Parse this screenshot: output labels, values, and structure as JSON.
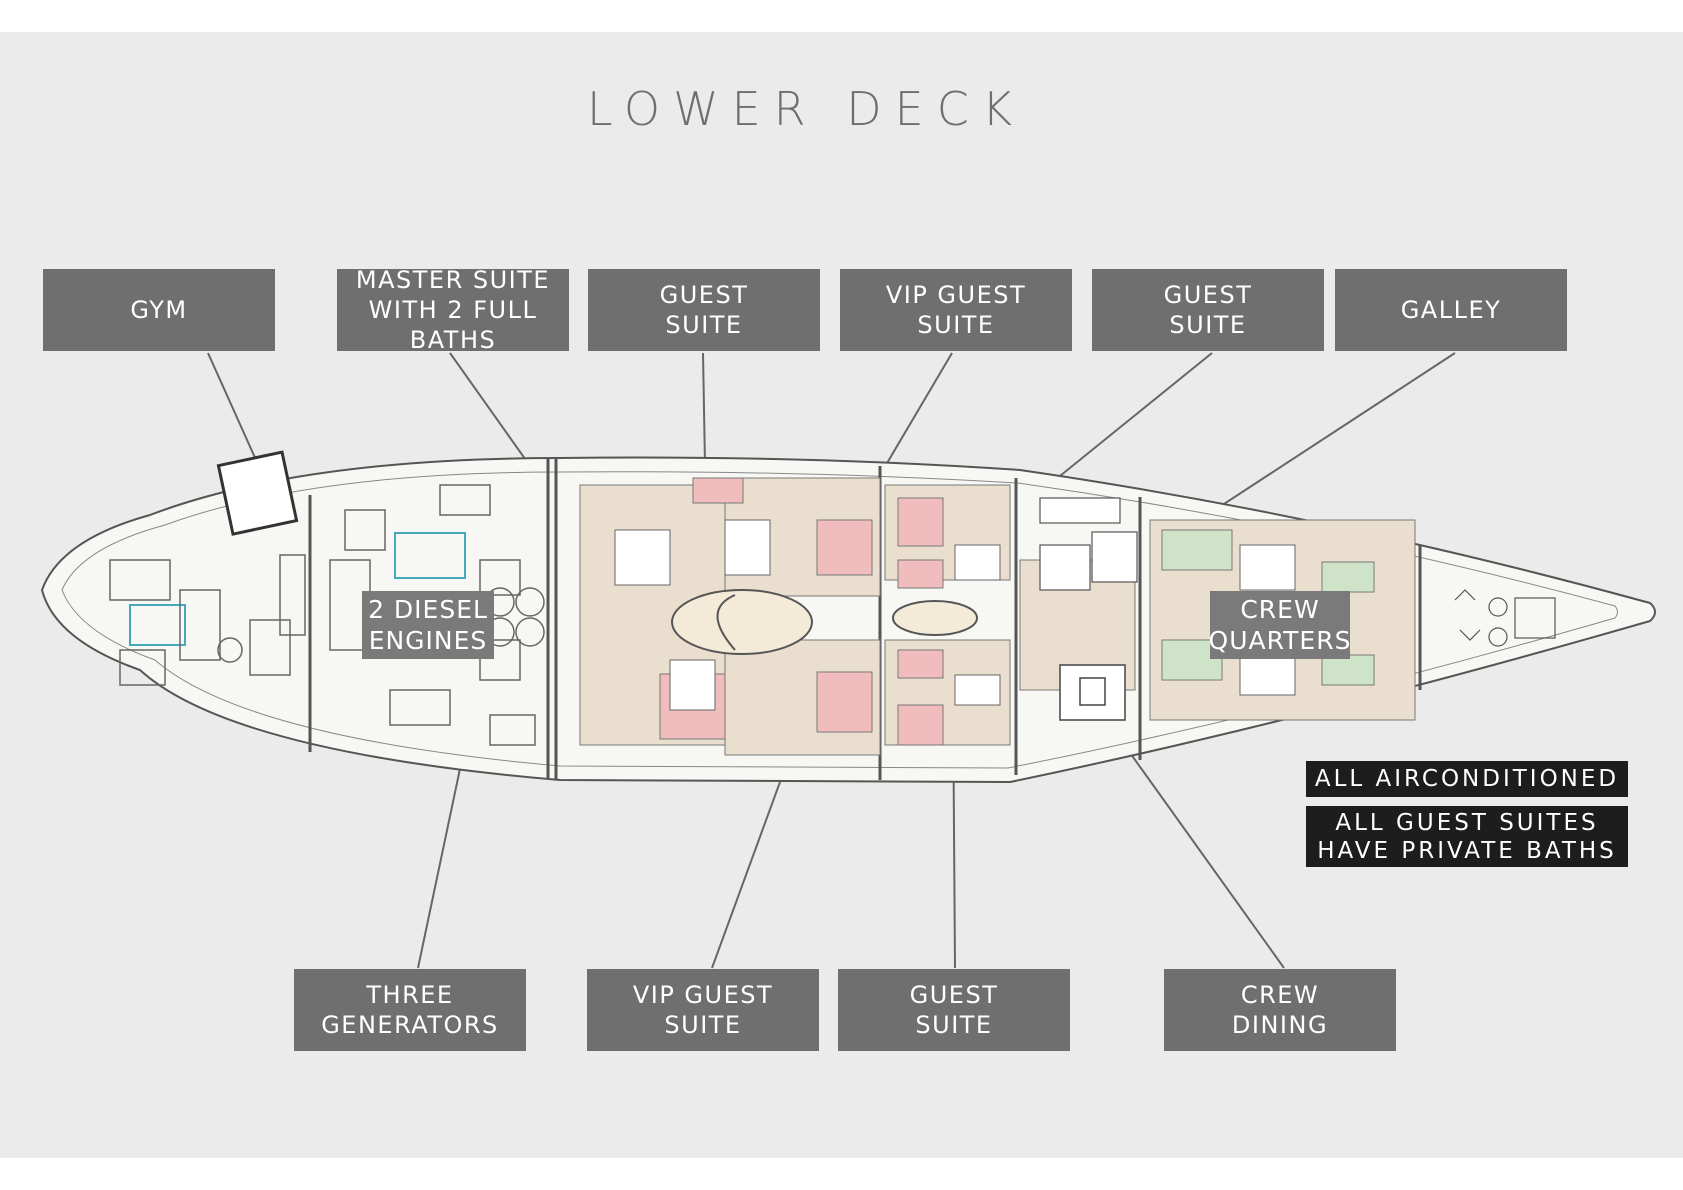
{
  "title": "LOWER DECK",
  "top_labels": {
    "gym": "GYM",
    "master_suite": "MASTER SUITE\nWITH 2 FULL BATHS",
    "guest_suite_1": "GUEST\nSUITE",
    "vip_guest_suite_1": "VIP GUEST\nSUITE",
    "guest_suite_2": "GUEST\nSUITE",
    "galley": "GALLEY"
  },
  "bottom_labels": {
    "three_generators": "THREE\nGENERATORS",
    "vip_guest_suite_2": "VIP GUEST\nSUITE",
    "guest_suite_3": "GUEST\nSUITE",
    "crew_dining": "CREW\nDINING"
  },
  "inline_labels": {
    "diesel_engines": "2 DIESEL\nENGINES",
    "crew_quarters": "CREW\nQUARTERS"
  },
  "notes": {
    "airconditioned": "ALL AIRCONDITIONED",
    "private_baths": "ALL GUEST SUITES\nHAVE PRIVATE BATHS"
  },
  "colors": {
    "background": "#ebebeb",
    "label_box": "#6f6f6f",
    "note_box": "#1d1d1d",
    "floor_wood": "#eadfcf",
    "bed_guest": "#f0bcbc",
    "bed_crew": "#cfe3c8",
    "hull_line": "#555555"
  }
}
